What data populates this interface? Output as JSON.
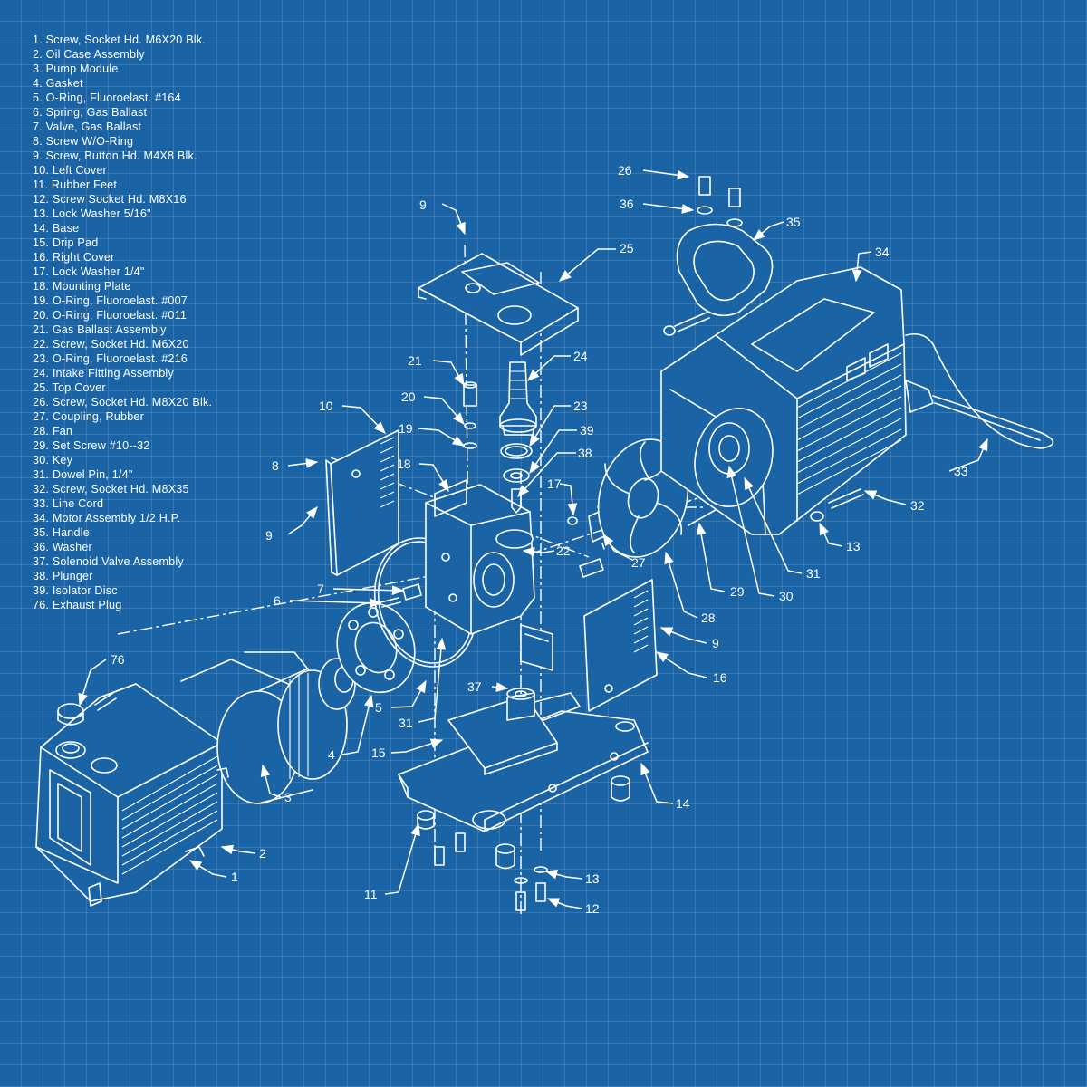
{
  "legend": [
    {
      "num": "1.",
      "label": "Screw, Socket Hd. M6X20 Blk."
    },
    {
      "num": "2.",
      "label": "Oil Case Assembly"
    },
    {
      "num": "3.",
      "label": "Pump Module"
    },
    {
      "num": "4.",
      "label": "Gasket"
    },
    {
      "num": "5.",
      "label": "O-Ring, Fluoroelast. #164"
    },
    {
      "num": "6.",
      "label": "Spring, Gas Ballast"
    },
    {
      "num": "7.",
      "label": "Valve, Gas Ballast"
    },
    {
      "num": "8.",
      "label": "Screw W/O-Ring"
    },
    {
      "num": "9.",
      "label": "Screw, Button Hd. M4X8 Blk."
    },
    {
      "num": "10.",
      "label": "Left Cover"
    },
    {
      "num": "11.",
      "label": "Rubber Feet"
    },
    {
      "num": "12.",
      "label": "Screw Socket Hd. M8X16"
    },
    {
      "num": "13.",
      "label": "Lock Washer 5/16\""
    },
    {
      "num": "14.",
      "label": "Base"
    },
    {
      "num": "15.",
      "label": "Drip Pad"
    },
    {
      "num": "16.",
      "label": "Right Cover"
    },
    {
      "num": "17.",
      "label": "Lock Washer 1/4\""
    },
    {
      "num": "18.",
      "label": "Mounting Plate"
    },
    {
      "num": "19.",
      "label": "O-Ring, Fluoroelast. #007"
    },
    {
      "num": "20.",
      "label": "O-Ring, Fluoroelast. #011"
    },
    {
      "num": "21.",
      "label": "Gas Ballast Assembly"
    },
    {
      "num": "22.",
      "label": "Screw, Socket Hd. M6X20"
    },
    {
      "num": "23.",
      "label": "O-Ring, Fluoroelast. #216"
    },
    {
      "num": "24.",
      "label": "Intake Fitting Assembly"
    },
    {
      "num": "25.",
      "label": "Top Cover"
    },
    {
      "num": "26.",
      "label": "Screw, Socket Hd. M8X20 Blk."
    },
    {
      "num": "27.",
      "label": "Coupling, Rubber"
    },
    {
      "num": "28.",
      "label": "Fan"
    },
    {
      "num": "29.",
      "label": "Set Screw #10--32"
    },
    {
      "num": "30.",
      "label": "Key"
    },
    {
      "num": "31.",
      "label": "Dowel Pin, 1/4\""
    },
    {
      "num": "32.",
      "label": "Screw, Socket Hd. M8X35"
    },
    {
      "num": "33.",
      "label": "Line Cord"
    },
    {
      "num": "34.",
      "label": "Motor Assembly 1/2 H.P."
    },
    {
      "num": "35.",
      "label": "Handle"
    },
    {
      "num": "36.",
      "label": "Washer"
    },
    {
      "num": "37.",
      "label": "Solenoid Valve Assembly"
    },
    {
      "num": "38.",
      "label": "Plunger"
    },
    {
      "num": "39.",
      "label": "Isolator Disc"
    },
    {
      "num": "76.",
      "label": "Exhaust Plug"
    }
  ],
  "callouts": [
    "9",
    "25",
    "26",
    "36",
    "35",
    "34",
    "21",
    "24",
    "20",
    "23",
    "10",
    "19",
    "39",
    "38",
    "8",
    "18",
    "17",
    "9",
    "22",
    "27",
    "7",
    "6",
    "33",
    "32",
    "13",
    "31",
    "30",
    "29",
    "28",
    "9",
    "16",
    "37",
    "5",
    "31",
    "4",
    "15",
    "3",
    "14",
    "76",
    "2",
    "1",
    "11",
    "13",
    "12"
  ],
  "colors": {
    "background": "#1a64a6",
    "grid": "#4f86bb",
    "ink": "#ffffff"
  }
}
